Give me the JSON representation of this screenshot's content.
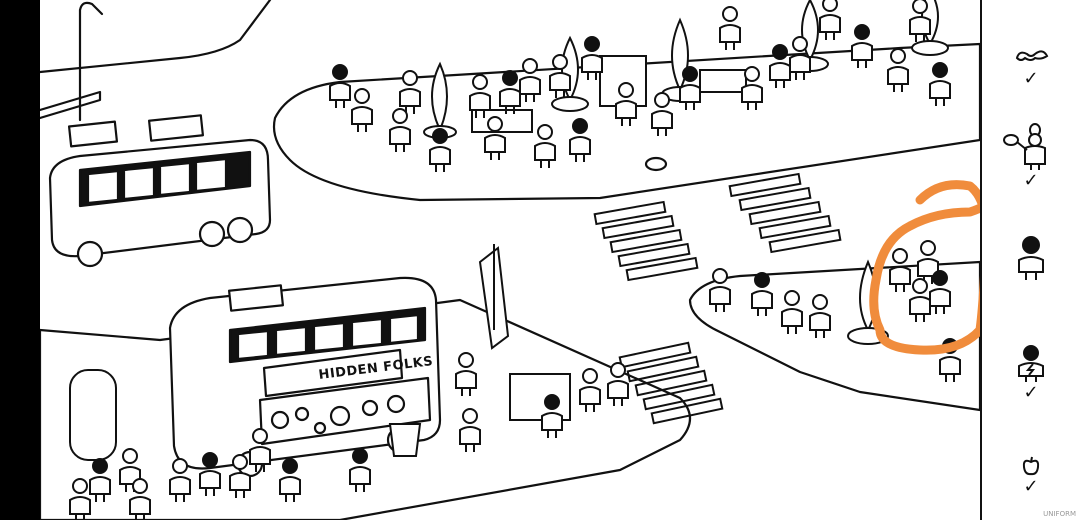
{
  "game": {
    "title": "Hidden Folks",
    "bus_sign": "HIDDEN FOLKS"
  },
  "highlight": {
    "color": "#F08C3C",
    "shape": "hand-drawn circle around found folk"
  },
  "sidebar": {
    "targets": [
      {
        "icon": "mustache-icon",
        "found": true,
        "check": "✓"
      },
      {
        "icon": "chef-with-pan-icon",
        "found": true,
        "check": "✓"
      },
      {
        "icon": "black-hair-folk-icon",
        "found": false,
        "check": ""
      },
      {
        "icon": "lightning-shirt-folk-icon",
        "found": true,
        "check": "✓"
      },
      {
        "icon": "apple-icon",
        "found": true,
        "check": "✓"
      }
    ]
  },
  "watermark": "UNIFORM"
}
